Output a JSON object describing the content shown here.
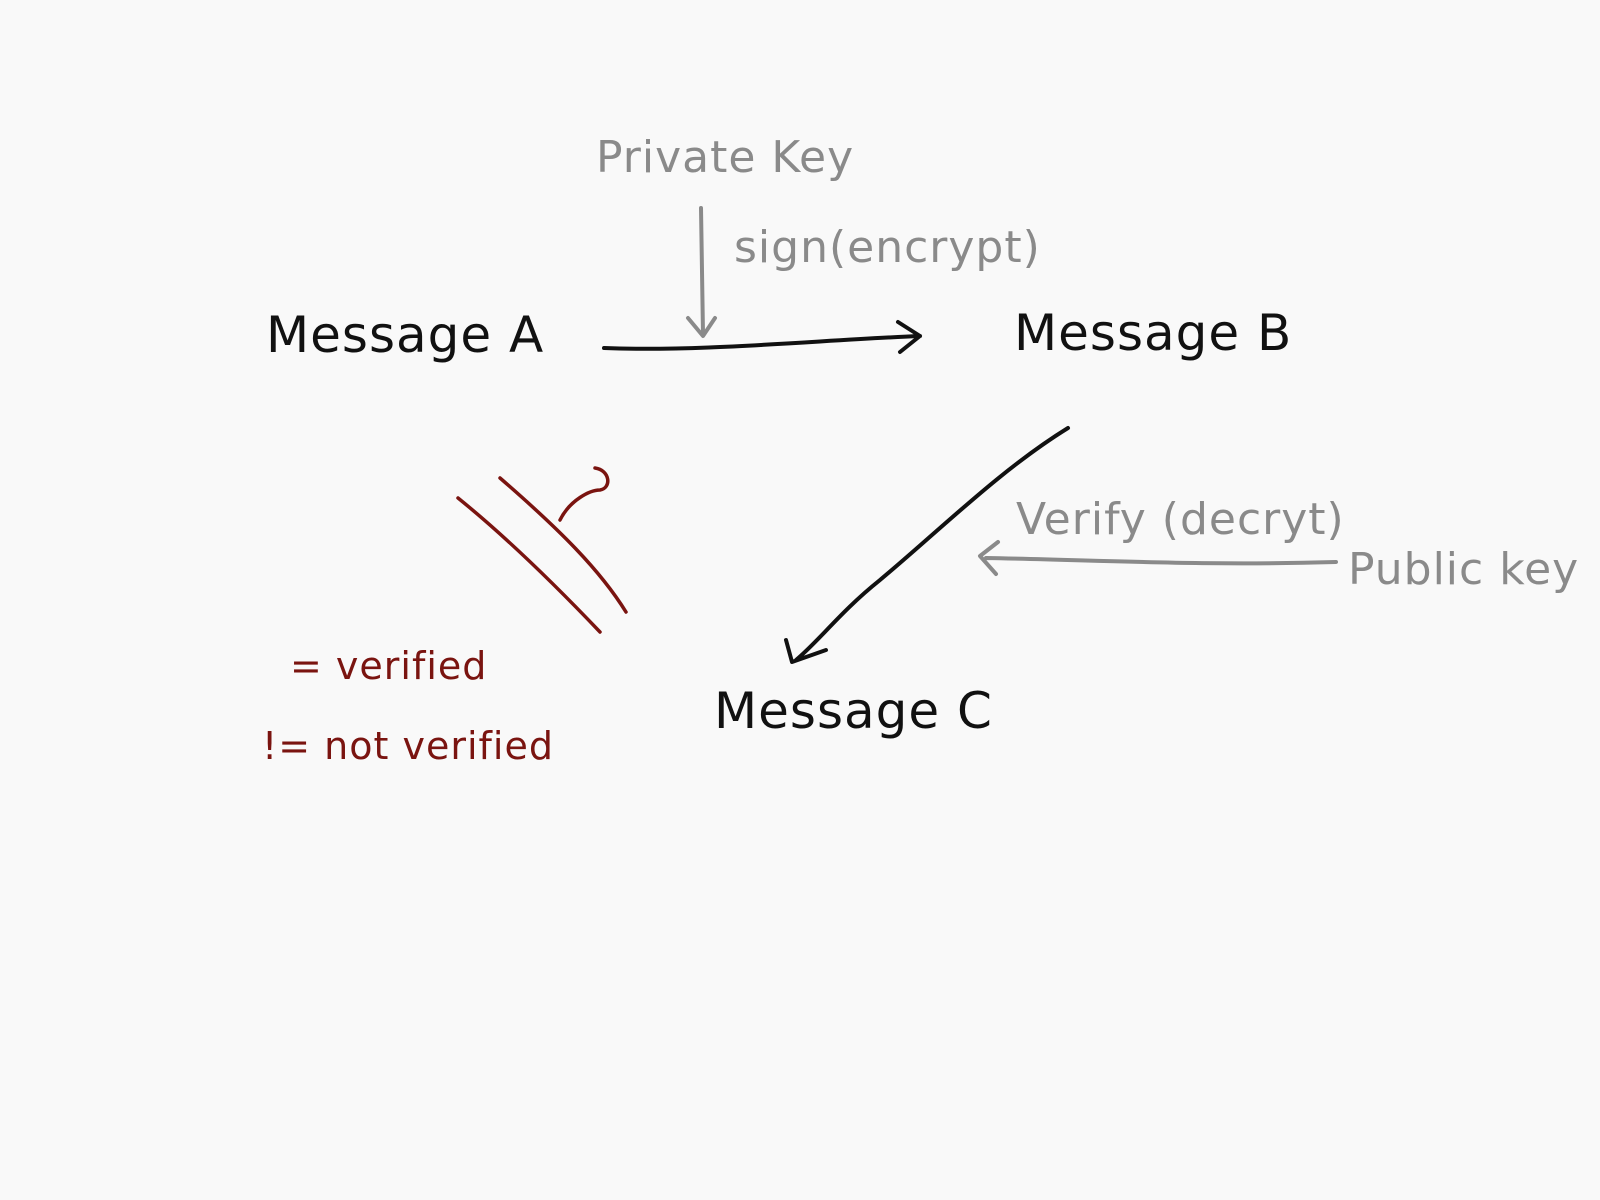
{
  "nodes": {
    "message_a": "Message A",
    "message_b": "Message B",
    "message_c": "Message C"
  },
  "keys": {
    "private_key": "Private Key",
    "public_key": "Public key"
  },
  "edges": {
    "sign": "sign(encrypt)",
    "verify": "Verify (decryt)"
  },
  "legend": {
    "question_mark": "?",
    "verified": "=  verified",
    "not_verified": "!=  not verified"
  },
  "colors": {
    "ink": "#111111",
    "gray": "#8a8a8a",
    "red": "#7a1410",
    "background": "#f9f9f9"
  }
}
